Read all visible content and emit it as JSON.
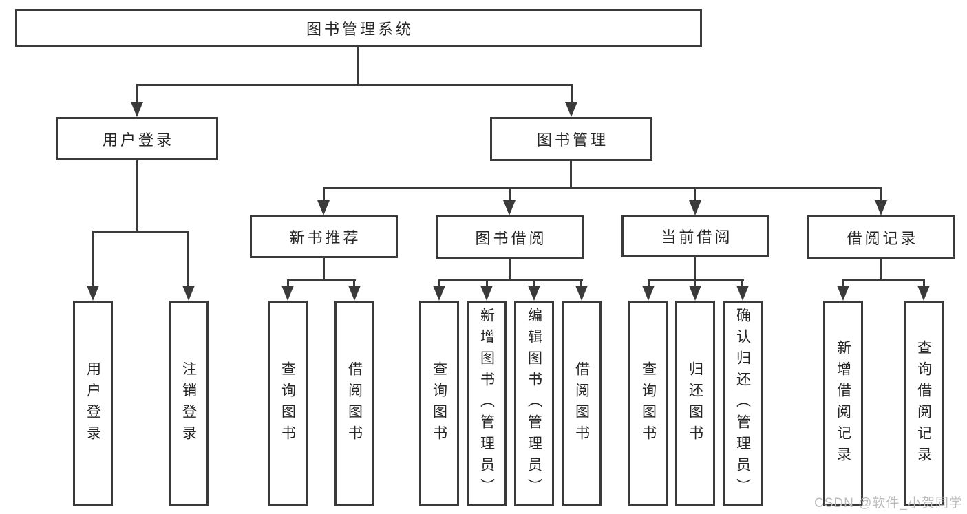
{
  "colors": {
    "line": "#3a3a3a",
    "text": "#262626",
    "watermark": "#bcbcbc",
    "background": "#ffffff"
  },
  "watermark": "CSDN @软件_小贺同学",
  "nodes": {
    "root": "图书管理系统",
    "branches": {
      "user_login": "用户登录",
      "book_mgmt": "图书管理",
      "new_books": "新书推荐",
      "book_borrow": "图书借阅",
      "current_borrow": "当前借阅",
      "borrow_records": "借阅记录"
    },
    "leaves": {
      "user_login": [
        "用户登录",
        "注销登录"
      ],
      "new_books": [
        "查询图书",
        "借阅图书"
      ],
      "book_borrow": [
        "查询图书",
        "新增图书（管理员）",
        "编辑图书（管理员）",
        "借阅图书"
      ],
      "current_borrow": [
        "查询图书",
        "归还图书",
        "确认归还（管理员）"
      ],
      "borrow_records": [
        "新增借阅记录",
        "查询借阅记录"
      ]
    }
  }
}
